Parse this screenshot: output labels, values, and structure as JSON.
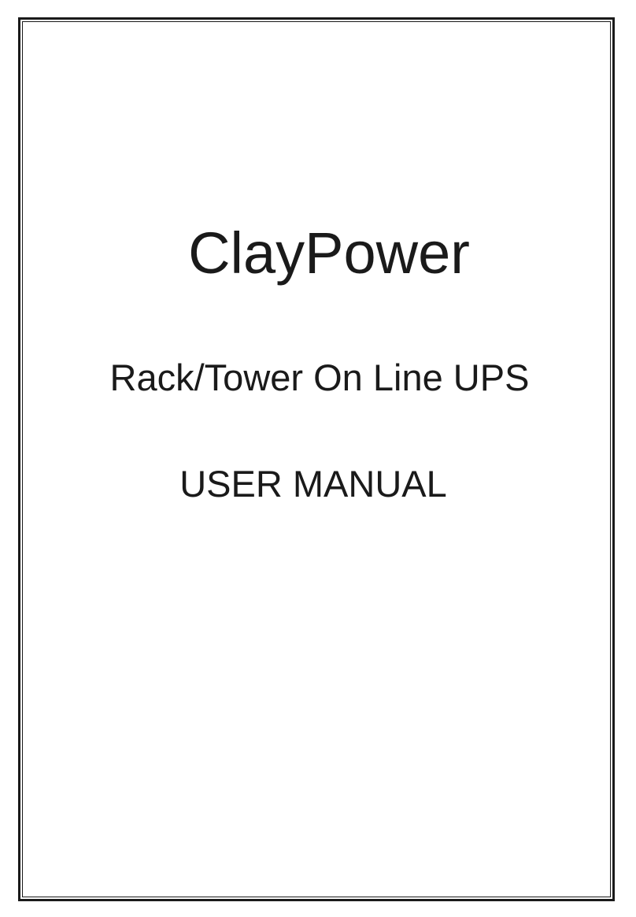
{
  "cover": {
    "brand": "ClayPower",
    "product": "Rack/Tower On Line UPS",
    "document_type": "USER MANUAL"
  },
  "colors": {
    "text": "#1a1a1a",
    "border": "#1a1a1a",
    "background": "#ffffff"
  }
}
